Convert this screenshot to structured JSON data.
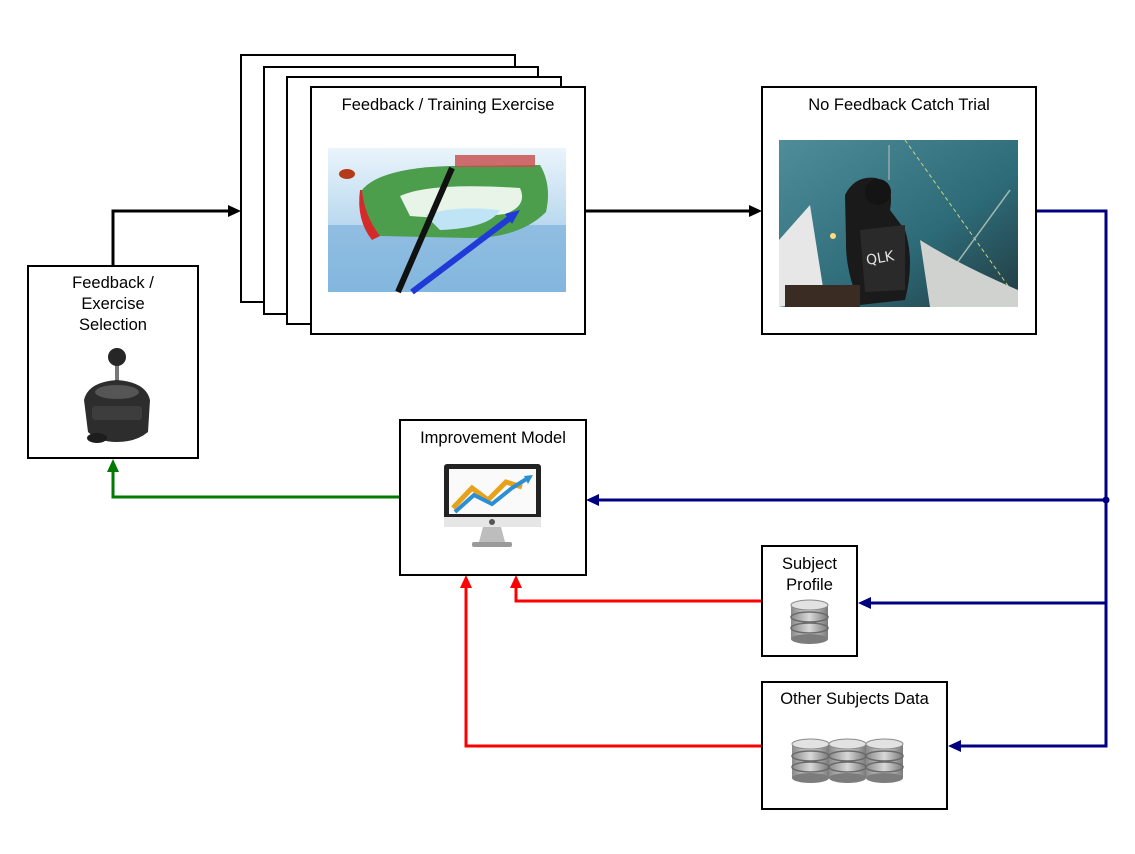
{
  "nodes": {
    "selection": {
      "title": "Feedback /\nExercise\nSelection",
      "icon": "gear-shifter-icon"
    },
    "training": {
      "title": "Feedback / Training Exercise",
      "image": "sailing-simulation-visualization"
    },
    "catch_trial": {
      "title": "No Feedback Catch Trial",
      "image": "sailor-in-simulator-photo"
    },
    "model": {
      "title": "Improvement Model",
      "icon": "monitor-chart-icon"
    },
    "profile": {
      "title": "Subject\nProfile",
      "icon": "database-icon"
    },
    "others": {
      "title": "Other Subjects Data",
      "icon": "database-stack-icon"
    }
  },
  "colors": {
    "black": "#000000",
    "blue": "#000080",
    "green": "#007A00",
    "red": "#FF0000"
  }
}
